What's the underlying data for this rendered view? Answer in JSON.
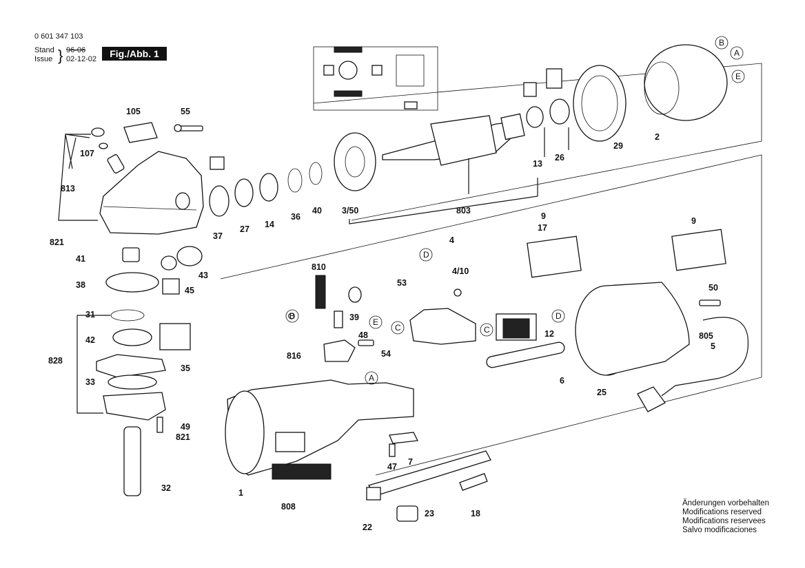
{
  "header": {
    "doc_number": "0 601 347 103",
    "stand_label": "Stand",
    "issue_label": "Issue",
    "old_date": "96-06",
    "date": "02-12-02",
    "figure_label": "Fig./Abb. 1"
  },
  "notes": [
    "Änderungen vorbehalten",
    "Modifications reserved",
    "Modifications reservees",
    "Salvo modificaciones"
  ],
  "part_labels": {
    "p105": "105",
    "p55": "55",
    "p107": "107",
    "p813": "813",
    "p821a": "821",
    "p37": "37",
    "p27": "27",
    "p14": "14",
    "p36": "36",
    "p40": "40",
    "p350": "3/50",
    "p803": "803",
    "p13": "13",
    "p26": "26",
    "p29": "29",
    "p2": "2",
    "p41": "41",
    "p38": "38",
    "p45": "45",
    "p43": "43",
    "p31": "31",
    "p42": "42",
    "p828": "828",
    "p35": "35",
    "p33": "33",
    "p49": "49",
    "p821b": "821",
    "p32": "32",
    "p810": "810",
    "p39": "39",
    "p53": "53",
    "p4": "4",
    "p410": "4/10",
    "p48": "48",
    "p816": "816",
    "p54": "54",
    "p12": "12",
    "p6": "6",
    "p9a": "9",
    "p17": "17",
    "p9b": "9",
    "p50": "50",
    "p805": "805",
    "p5": "5",
    "p25": "25",
    "p1": "1",
    "p808": "808",
    "p7": "7",
    "p47": "47",
    "p22": "22",
    "p23": "23",
    "p18": "18"
  },
  "circle_labels": {
    "B": "B",
    "A": "A",
    "E": "E",
    "C": "C",
    "D": "D"
  }
}
